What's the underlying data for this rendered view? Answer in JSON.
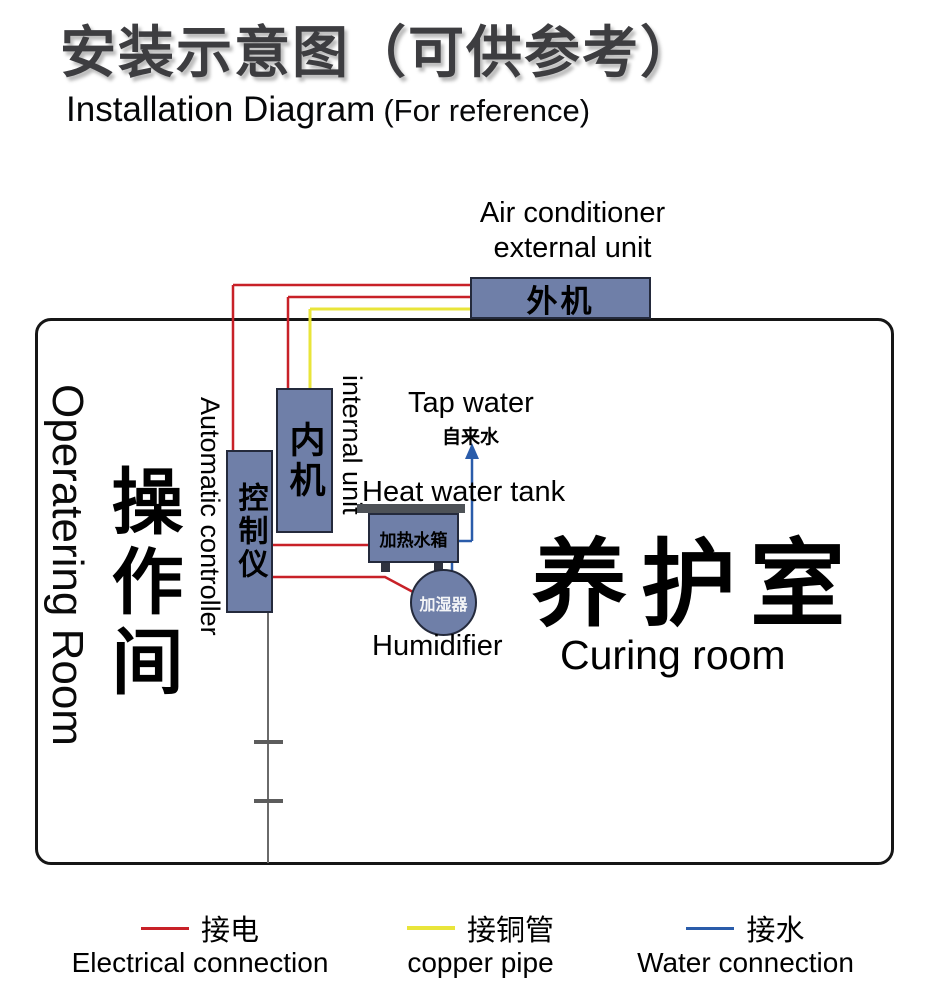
{
  "title": {
    "zh": "安装示意图（可供参考）",
    "en_main": "Installation Diagram",
    "en_note": "(For reference)"
  },
  "diagram": {
    "external_unit": {
      "caption_line1": "Air conditioner",
      "caption_line2": "external unit",
      "box_label": "外机"
    },
    "operating_room": {
      "label_en": "Operatering Room",
      "label_zh": "操作间"
    },
    "internal_unit": {
      "box_label": "内机",
      "label_en": "internal unit"
    },
    "controller": {
      "label_en": "Automatic controller",
      "box_label": "控制仪"
    },
    "tap_water": {
      "label_en": "Tap water",
      "label_zh": "自来水"
    },
    "heat_water_tank": {
      "label_en": "Heat water tank",
      "box_label": "加热水箱"
    },
    "humidifier": {
      "box_label": "加湿器",
      "label_en": "Humidifier"
    },
    "curing_room": {
      "label_zh": "养护室",
      "label_en": "Curing room"
    }
  },
  "legend": {
    "electrical": {
      "zh": "接电",
      "en": "Electrical connection",
      "color": "#c82128"
    },
    "copper": {
      "zh": "接铜管",
      "en": "copper pipe",
      "color": "#e9e53a"
    },
    "water": {
      "zh": "接水",
      "en": "Water connection",
      "color": "#2a5caa"
    }
  },
  "colors": {
    "equipment_box_fill": "#6f7fa8",
    "equipment_box_border": "#242a3c",
    "electrical_line": "#c82128",
    "copper_line": "#e9e53a",
    "water_line": "#2a5caa",
    "room_border": "#161616"
  }
}
